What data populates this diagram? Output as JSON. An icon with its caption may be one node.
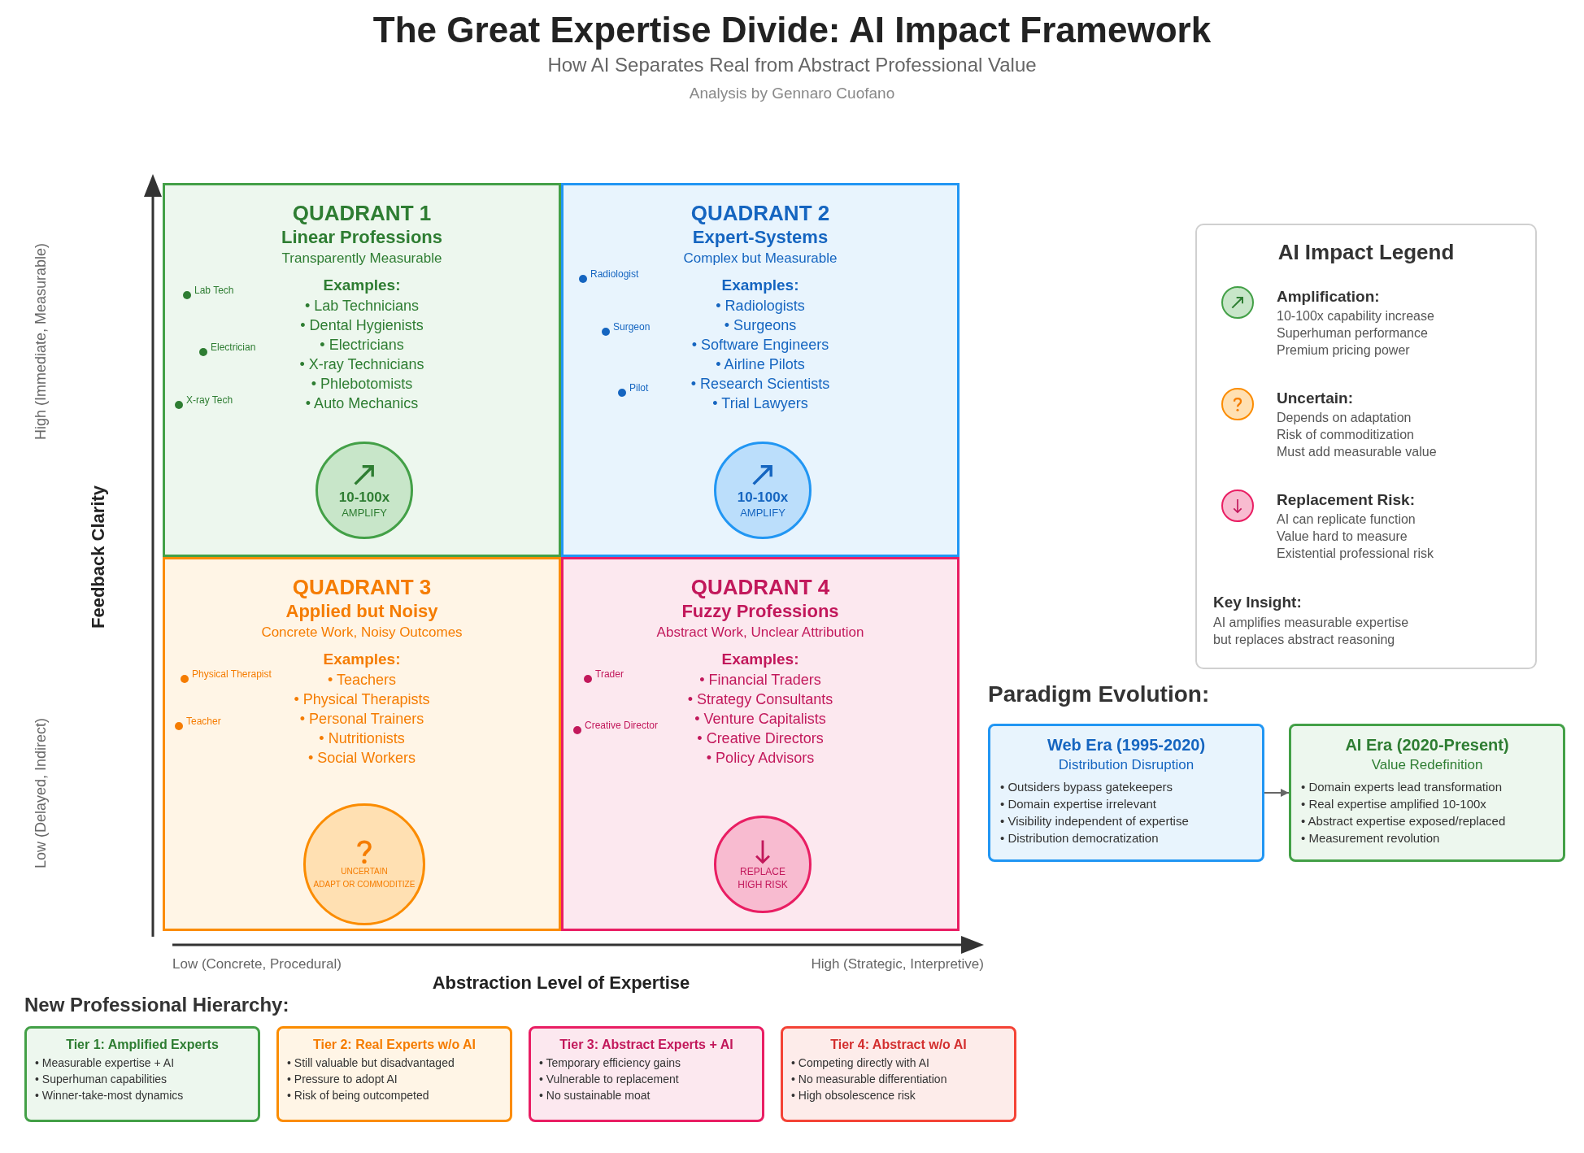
{
  "diagram": {
    "title": "The Great Expertise Divide: AI Impact Framework",
    "nodes": [
      {
        "text": [
          "QUADRANT 1",
          "Linear Professions",
          "Transparently Measurable",
          "Examples:",
          "• Lab Technicians",
          "• Dental Hygienists",
          "• Electricians",
          "• X-ray Technicians",
          "• Phlebotomists",
          "• Auto Mechanics"
        ]
      },
      {
        "text": [
          "10-100x",
          "AMPLIFY"
        ],
        "in": 0
      },
      {
        "text": [
          "QUADRANT 2",
          "Expert-Systems",
          "Complex but Measurable",
          "Examples:",
          "• Radiologists",
          "• Surgeons",
          "• Software Engineers",
          "• Airline Pilots",
          "• Research Scientists",
          "• Trial Lawyers"
        ]
      },
      {
        "text": [
          "10-100x",
          "AMPLIFY"
        ],
        "in": 2
      },
      {
        "text": [
          "QUADRANT 3",
          "Applied but Noisy",
          "Concrete Work, Noisy Outcomes",
          "Examples:",
          "• Teachers",
          "• Physical Therapists",
          "• Personal Trainers",
          "• Nutritionists",
          "• Social Workers"
        ]
      },
      {
        "text": [
          "UNCERTAIN",
          "ADAPT OR COMMODITIZE"
        ],
        "in": 4
      },
      {
        "text": [
          "QUADRANT 4",
          "Fuzzy Professions",
          "Abstract Work, Unclear Attribution",
          "Examples:",
          "• Financial Traders",
          "• Strategy Consultants",
          "• Venture Capitalists",
          "• Creative Directors",
          "• Policy Advisors"
        ]
      },
      {
        "text": [
          "REPLACE",
          "HIGH RISK"
        ],
        "in": 6
      },
      {
        "text": [
          "AI Impact Legend"
        ]
      },
      {
        "text": [
          "Amplification:",
          "10-100x capability increase",
          "Superhuman performance",
          "Premium pricing power"
        ],
        "in": 8
      },
      {
        "text": [
          "Uncertain:",
          "Depends on adaptation",
          "Risk of commoditization",
          "Must add measurable value"
        ],
        "in": 8
      },
      {
        "text": [
          "Replacement Risk:",
          "AI can replicate function",
          "Value hard to measure",
          "Existential professional risk"
        ],
        "in": 8
      },
      {
        "text": [
          "Key Insight:",
          "AI amplifies measurable expertise but replaces abstract reasoning"
        ],
        "in": 8
      },
      {
        "text": [
          "Web Era (1995-2020)",
          "Distribution Disruption",
          "• Outsiders bypass gatekeepers",
          "• Domain expertise irrelevant",
          "• Visibility independent of expertise",
          "• Distribution democratization"
        ]
      },
      {
        "text": [
          "AI Era (2020-Present)",
          "Value Redefinition",
          "• Domain experts lead transformation",
          "• Real expertise amplified 10-100x",
          "• Abstract expertise exposed/replaced",
          "• Measurement revolution"
        ]
      },
      {
        "text": [
          "Tier 1: Amplified Experts",
          "• Measurable expertise + AI",
          "• Superhuman capabilities",
          "• Winner-take-most dynamics"
        ]
      },
      {
        "text": [
          "Tier 2: Real Experts w/o AI",
          "• Still valuable but disadvantaged",
          "• Pressure to adopt AI",
          "• Risk of being outcompeted"
        ]
      },
      {
        "text": [
          "Tier 3: Abstract Experts + AI",
          "• Temporary efficiency gains",
          "• Vulnerable to replacement",
          "• No sustainable moat"
        ]
      },
      {
        "text": [
          "Tier 4: Abstract w/o AI",
          "• Competing directly with AI",
          "• No measurable differentiation",
          "• High obsolescence risk"
        ]
      }
    ],
    "edges": [
      {
        "from": 13,
        "to": 14,
        "arrow": "to"
      }
    ],
    "labels": [
      "How AI Separates Real from Abstract Professional Value",
      "Analysis by Gennaro Cuofano",
      "High (Immediate, Measurable)",
      "Feedback Clarity",
      "Low (Delayed, Indirect)",
      "Lab Tech",
      "Electrician",
      "X-ray Tech",
      "Radiologist",
      "Surgeon",
      "Pilot",
      "Physical Therapist",
      "Teacher",
      "Trader",
      "Creative Director",
      "Paradigm Evolution:",
      "New Professional Hierarchy:",
      "Abstraction Level of Expertise",
      "Low (Concrete, Procedural)",
      "High (Strategic, Interpretive)"
    ]
  }
}
